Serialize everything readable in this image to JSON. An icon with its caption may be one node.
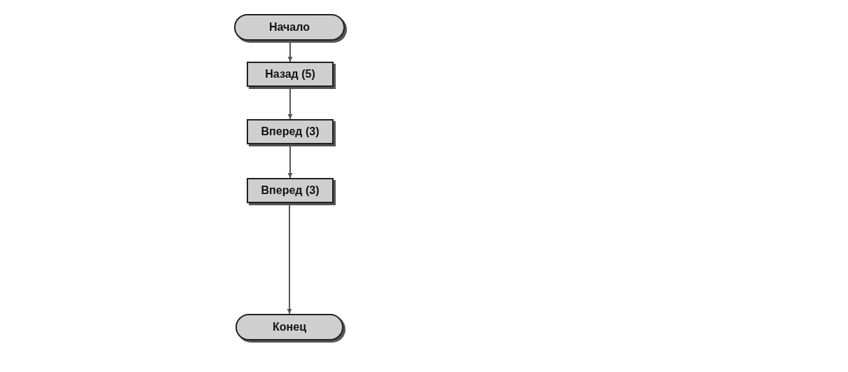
{
  "diagram": {
    "nodes": [
      {
        "text": [
          "Начало"
        ]
      },
      {
        "text": [
          "Назад (5)"
        ]
      },
      {
        "text": [
          "Вперед (3)"
        ]
      },
      {
        "text": [
          "Вперед (3)"
        ]
      },
      {
        "text": [
          "Конец"
        ]
      }
    ],
    "edges": [
      {
        "from": 0,
        "to": 1,
        "arrow": "to"
      },
      {
        "from": 1,
        "to": 2,
        "arrow": "to"
      },
      {
        "from": 2,
        "to": 3,
        "arrow": "to"
      },
      {
        "from": 3,
        "to": 4,
        "arrow": "to"
      }
    ]
  }
}
